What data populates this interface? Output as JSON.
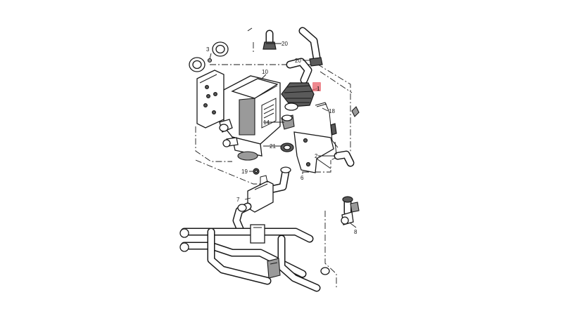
{
  "callouts": [
    {
      "id": "1",
      "text": "1",
      "highlighted": true
    },
    {
      "id": "2",
      "text": "2"
    },
    {
      "id": "3",
      "text": "3"
    },
    {
      "id": "6",
      "text": "6"
    },
    {
      "id": "7",
      "text": "7"
    },
    {
      "id": "8",
      "text": "8"
    },
    {
      "id": "10",
      "text": "10"
    },
    {
      "id": "14",
      "text": "14"
    },
    {
      "id": "18",
      "text": "18"
    },
    {
      "id": "19",
      "text": "19"
    },
    {
      "id": "20a",
      "text": "20"
    },
    {
      "id": "20b",
      "text": "20"
    },
    {
      "id": "21",
      "text": "21"
    }
  ],
  "colors": {
    "line": "#1a1a1a",
    "highlight": "#e8606a",
    "background": "#ffffff"
  }
}
